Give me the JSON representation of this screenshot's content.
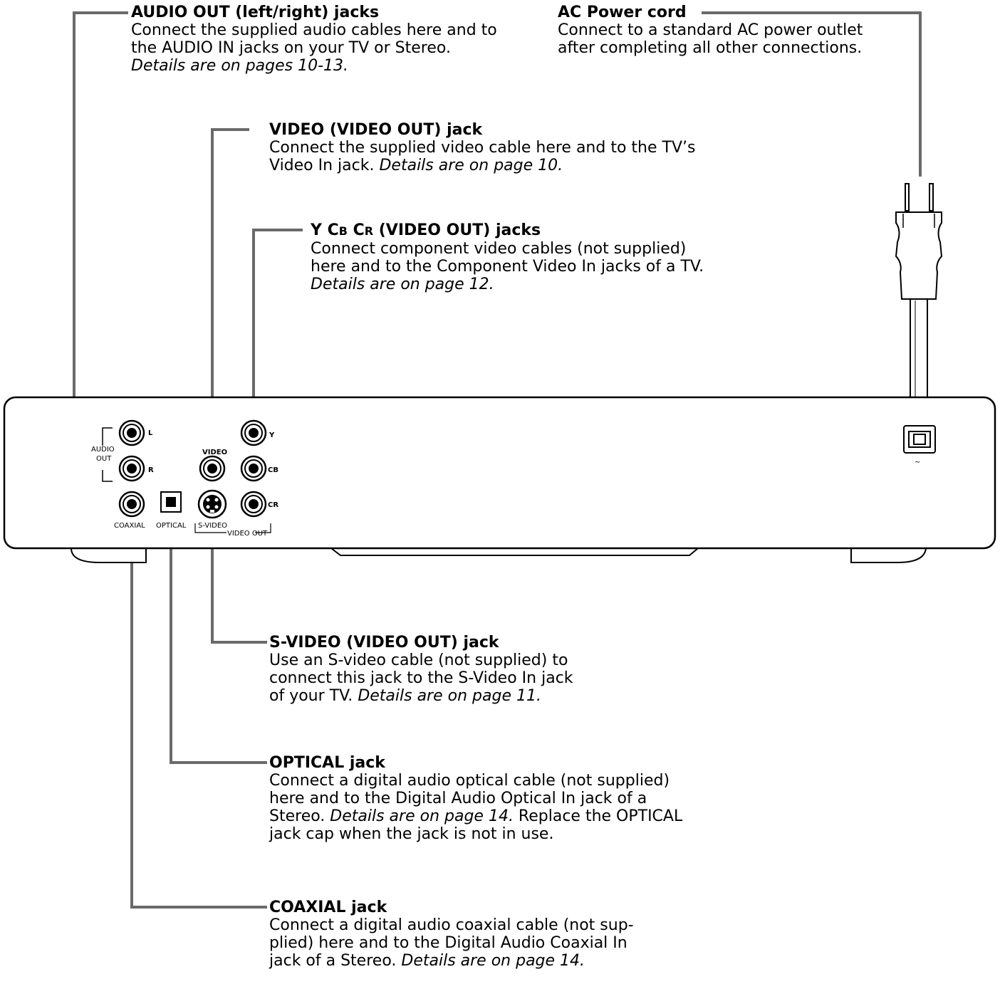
{
  "callouts": {
    "audio_out": {
      "title": "AUDIO OUT (left/right) jacks",
      "line1": "Connect the supplied audio cables here and to",
      "line2": "the AUDIO IN jacks on your TV or Stereo.",
      "details": "Details are on pages 10-13."
    },
    "ac_power": {
      "title": "AC Power cord",
      "line1": "Connect to a standard AC power outlet",
      "line2": "after completing all other connections."
    },
    "video": {
      "title": "VIDEO (VIDEO OUT) jack",
      "line1": "Connect the supplied video cable here and to the TV’s",
      "line2": "Video In jack.",
      "details": "Details are on page 10."
    },
    "ycbcr": {
      "title_y": "Y C",
      "title_b": "B",
      "title_c": " C",
      "title_r": "R",
      "title_rest": " (VIDEO OUT) jacks",
      "line1": "Connect component video cables (not supplied)",
      "line2": "here and to the Component Video In jacks of a TV.",
      "details": "Details are on page 12."
    },
    "svideo": {
      "title": "S-VIDEO (VIDEO OUT) jack",
      "line1": "Use an S-video cable (not supplied) to",
      "line2": "connect this jack to the S-Video In jack",
      "line3": "of your TV.",
      "details": "Details are on page 11."
    },
    "optical": {
      "title": "OPTICAL jack",
      "line1": "Connect a digital audio optical cable (not supplied)",
      "line2": "here and to the Digital Audio Optical In jack of a",
      "line3a": "Stereo.",
      "details": "Details are on page 14.",
      "line3b": " Replace the OPTICAL",
      "line4": "jack cap when the jack is not in use."
    },
    "coaxial": {
      "title": "COAXIAL jack",
      "line1": "Connect a digital audio coaxial cable (not sup-",
      "line2": "plied) here and to the Digital Audio Coaxial In",
      "line3": "jack of a Stereo.",
      "details": "Details are on page 14."
    }
  },
  "panel": {
    "audio_label_1": "AUDIO",
    "audio_label_2": "OUT",
    "l": "L",
    "r": "R",
    "video": "VIDEO",
    "y": "Y",
    "cb": "CB",
    "cr": "CR",
    "coaxial": "COAXIAL",
    "optical": "OPTICAL",
    "svideo": "S-VIDEO",
    "video_out": "VIDEO OUT",
    "ac_symbol": "~"
  },
  "colors": {
    "leader": "#6a6a6a",
    "outline": "#000000"
  }
}
